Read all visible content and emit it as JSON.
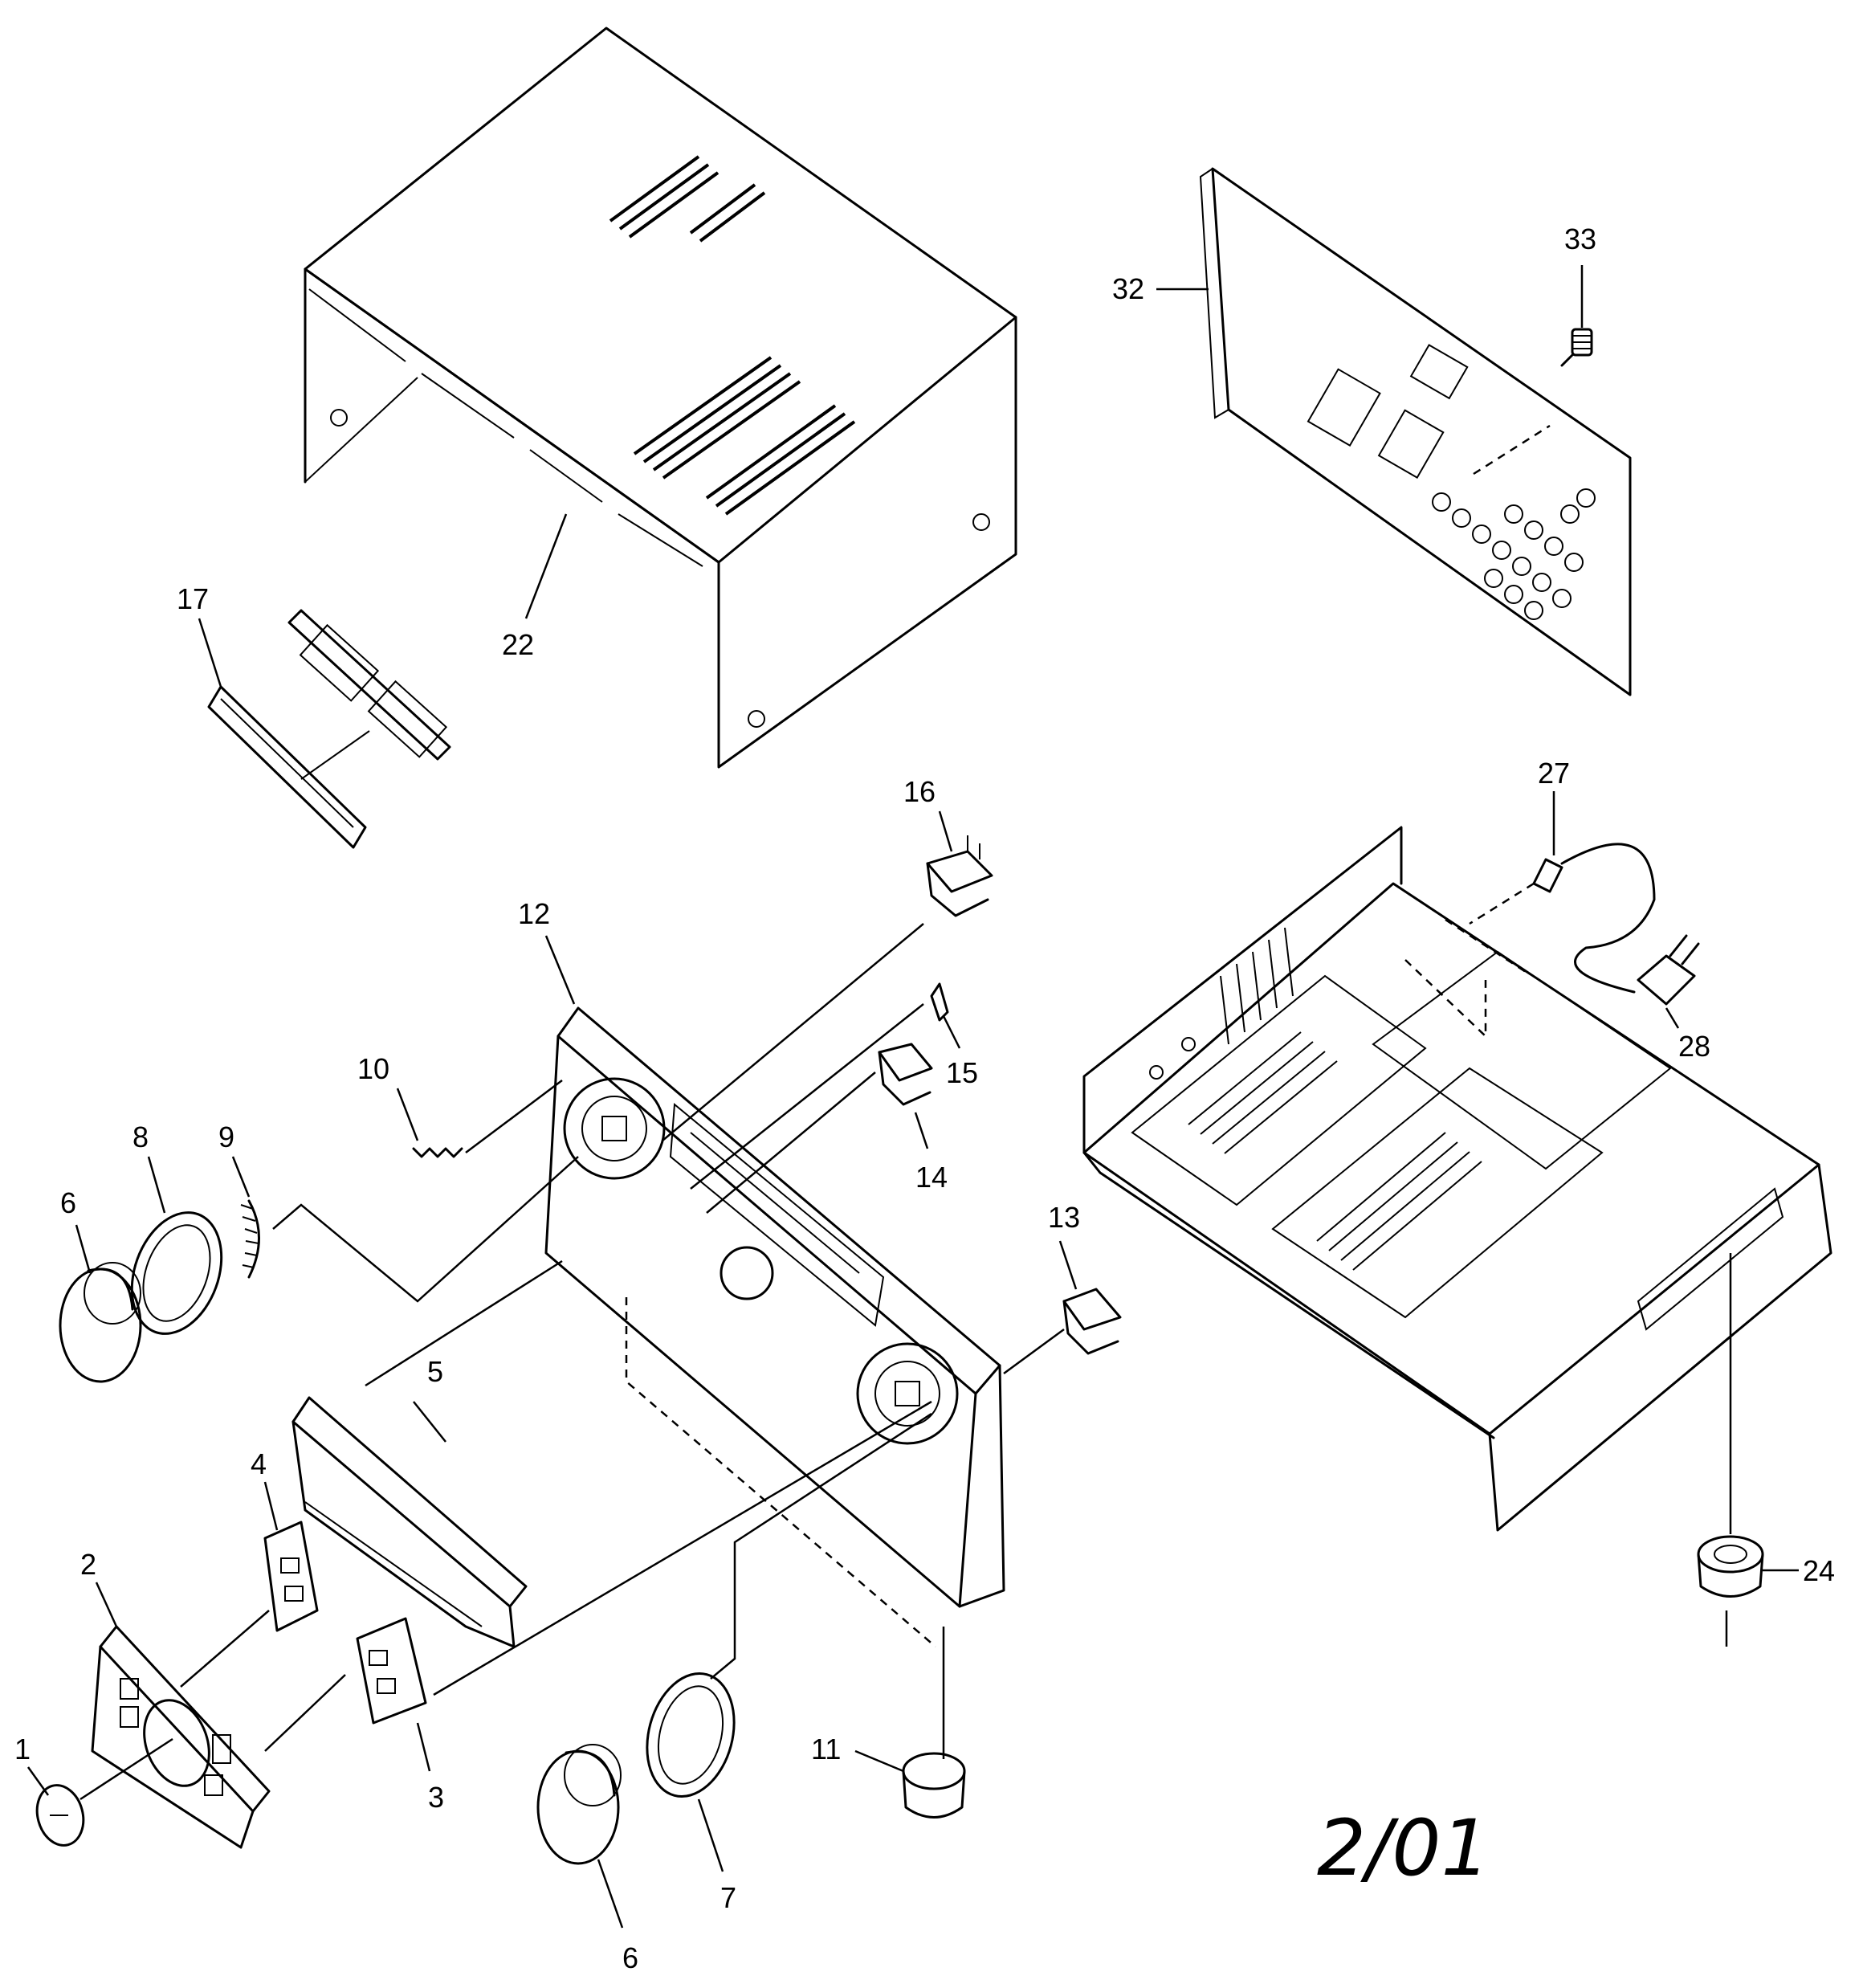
{
  "diagram": {
    "date_stamp": "2/01",
    "callouts": {
      "p1": "1",
      "p2": "2",
      "p3": "3",
      "p4": "4",
      "p5": "5",
      "p6a": "6",
      "p6b": "6",
      "p7": "7",
      "p8": "8",
      "p9": "9",
      "p10": "10",
      "p11": "11",
      "p12": "12",
      "p13": "13",
      "p14": "14",
      "p15": "15",
      "p16": "16",
      "p17": "17",
      "p22": "22",
      "p24": "24",
      "p27": "27",
      "p28": "28",
      "p32": "32",
      "p33": "33"
    }
  }
}
